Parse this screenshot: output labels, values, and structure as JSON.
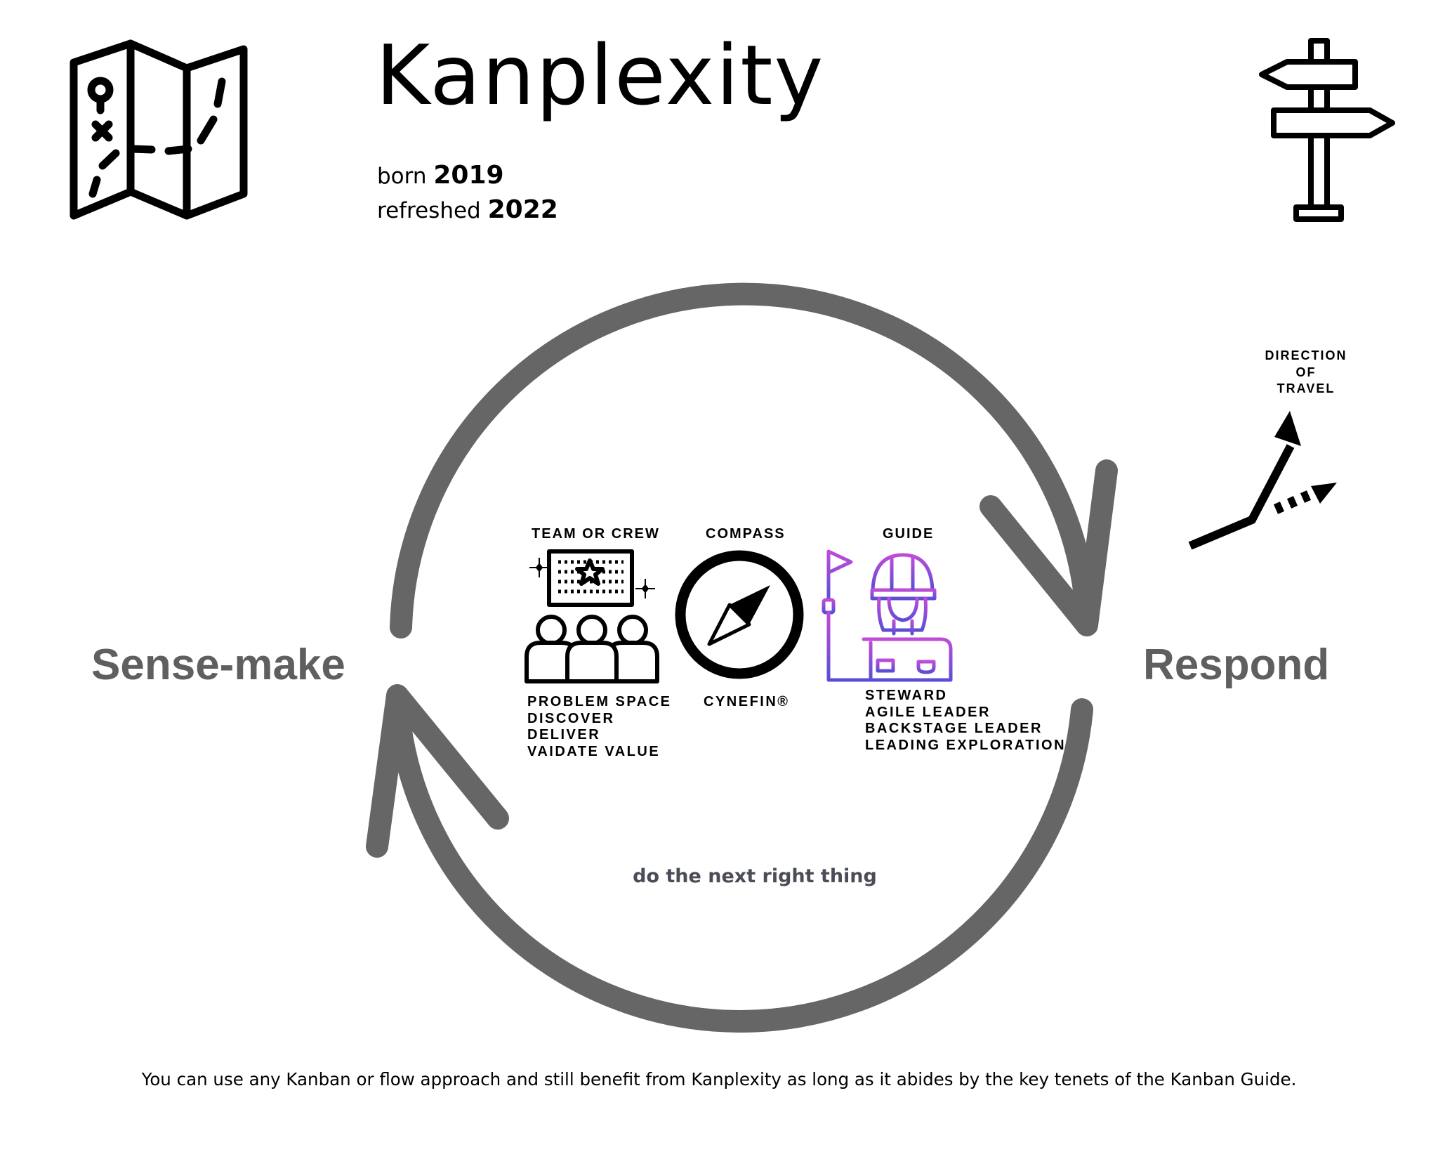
{
  "title": "Kanplexity",
  "subtitle": {
    "born_label": "born",
    "born_year": "2019",
    "refreshed_label": "refreshed",
    "refreshed_year": "2022"
  },
  "cycle": {
    "left_label": "Sense-make",
    "right_label": "Respond",
    "bottom_label": "do the next right thing",
    "arrow_color": "#666666"
  },
  "roles": [
    {
      "header": "TEAM OR CREW",
      "icon": "team-icon",
      "items": [
        "PROBLEM SPACE",
        "DISCOVER",
        "DELIVER",
        "VAIDATE VALUE"
      ]
    },
    {
      "header": "COMPASS",
      "icon": "compass-icon",
      "items": [
        "CYNEFIN®"
      ]
    },
    {
      "header": "GUIDE",
      "icon": "guide-icon",
      "items": [
        "STEWARD",
        "AGILE LEADER",
        "BACKSTAGE LEADER",
        "LEADING EXPLORATION"
      ]
    }
  ],
  "direction": {
    "lines": [
      "DIRECTION",
      "OF",
      "TRAVEL"
    ]
  },
  "icons": {
    "top_left": "map-icon",
    "top_right": "signpost-icon",
    "direction": "direction-arrow-icon"
  },
  "guide_gradient": [
    "#c04bd8",
    "#5b4ed6"
  ],
  "footer": "You can use any Kanban or flow approach and still benefit from Kanplexity as long as it abides by the key tenets of the Kanban Guide."
}
